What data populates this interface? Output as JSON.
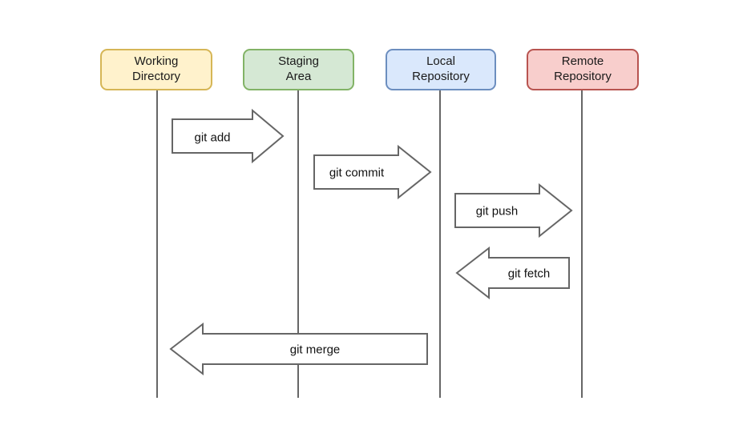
{
  "diagram": {
    "type": "git-workflow-sequence-diagram",
    "nodes": [
      {
        "name": "working-directory",
        "lines": [
          "Working",
          "Directory"
        ],
        "fill": "#fff2cc",
        "border": "#d6b656"
      },
      {
        "name": "staging-area",
        "lines": [
          "Staging",
          "Area"
        ],
        "fill": "#d5e8d4",
        "border": "#82b366"
      },
      {
        "name": "local-repository",
        "lines": [
          "Local",
          "Repository"
        ],
        "fill": "#dae8fc",
        "border": "#6c8ebf"
      },
      {
        "name": "remote-repository",
        "lines": [
          "Remote",
          "Repository"
        ],
        "fill": "#f8cecc",
        "border": "#b85450"
      }
    ],
    "arrows": [
      {
        "label": "git add",
        "direction": "right"
      },
      {
        "label": "git commit",
        "direction": "right"
      },
      {
        "label": "git push",
        "direction": "right"
      },
      {
        "label": "git fetch",
        "direction": "left"
      },
      {
        "label": "git merge",
        "direction": "left"
      }
    ],
    "colors": {
      "lifeline": "#666666",
      "arrow_fill": "#ffffff",
      "arrow_stroke": "#666666",
      "background": "#ffffff"
    }
  }
}
